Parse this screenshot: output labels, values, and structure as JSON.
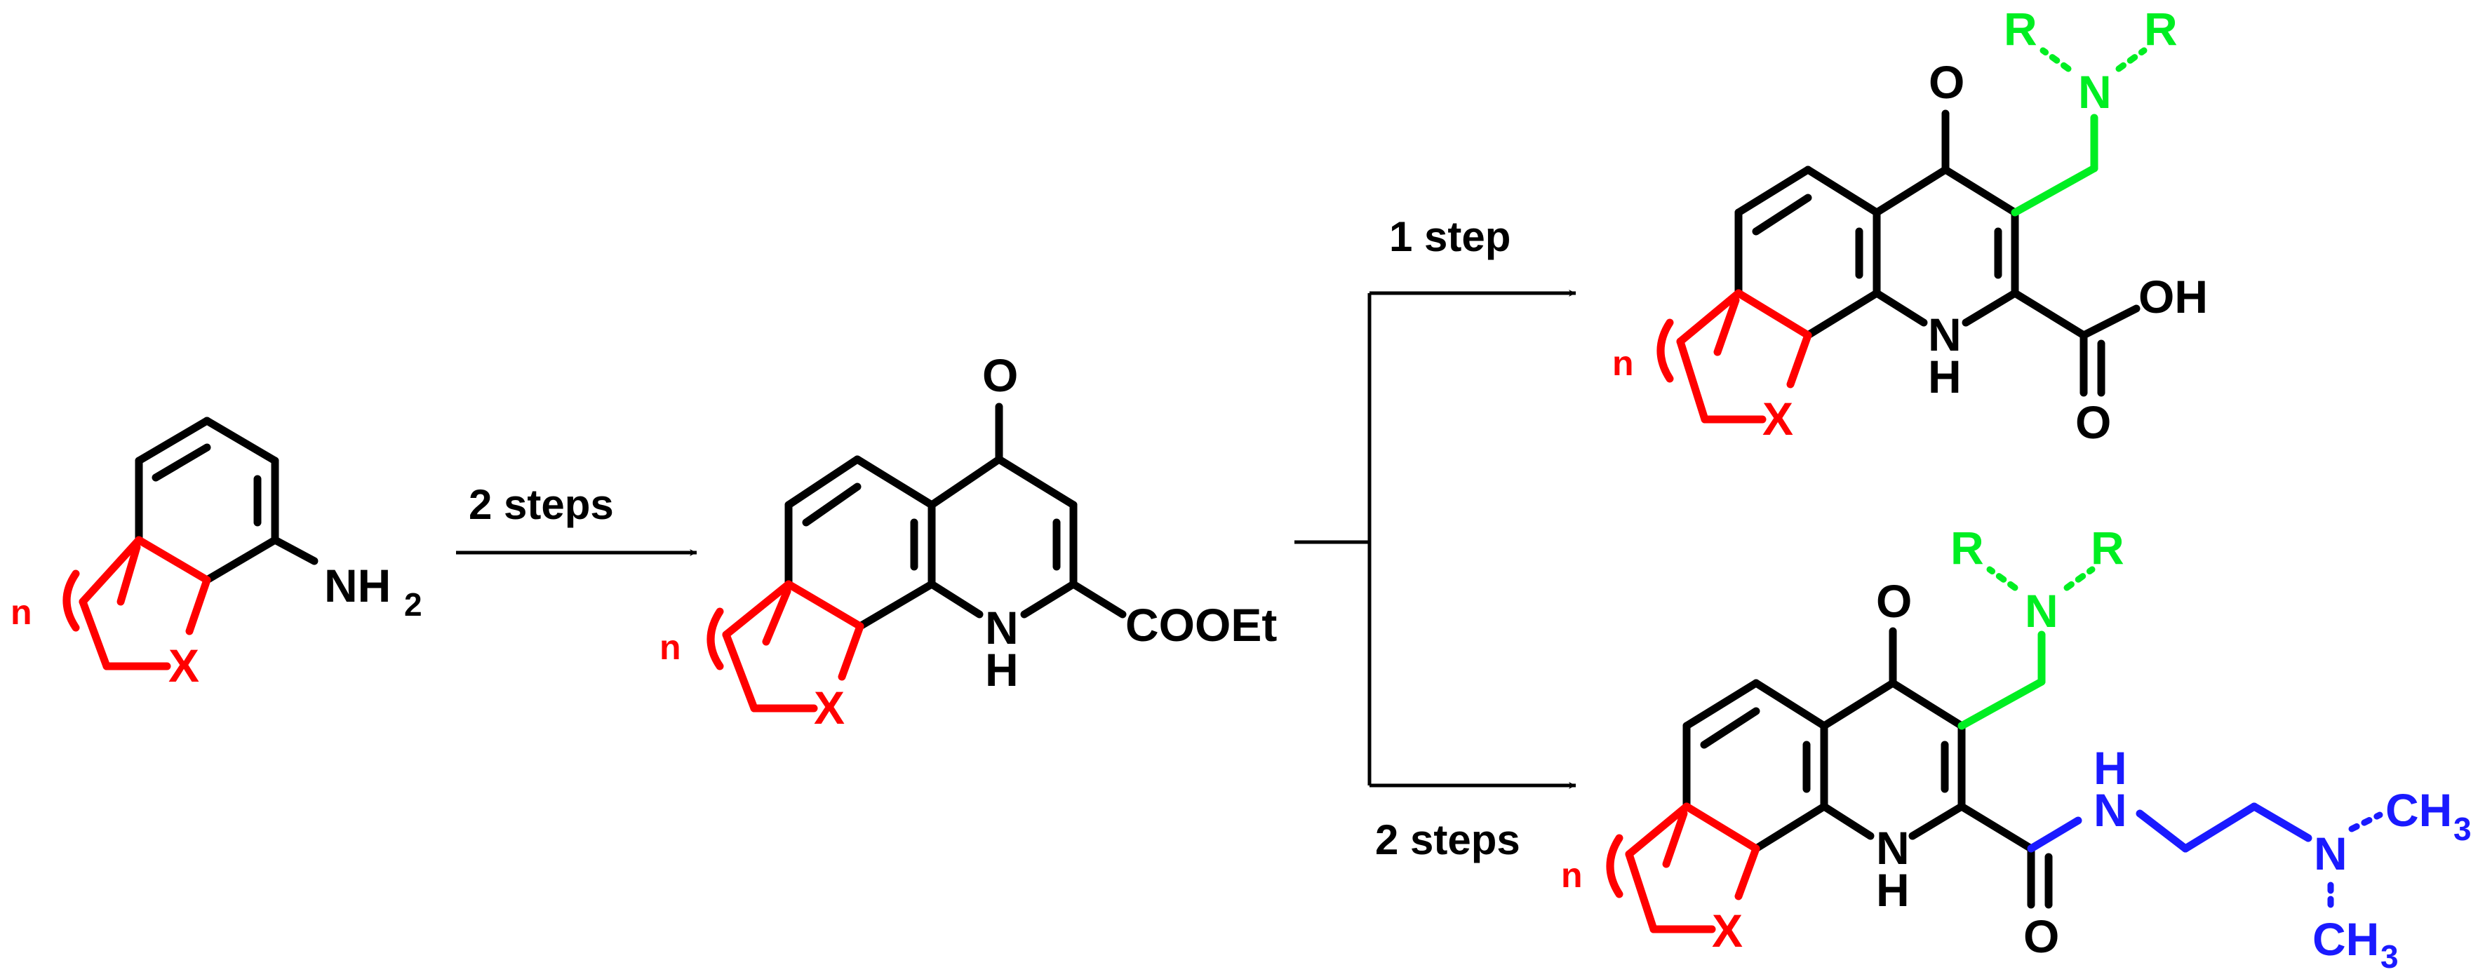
{
  "colors": {
    "bond": "#000000",
    "ring_fragment": "#ff0000",
    "amine_substituent": "#00ee22",
    "side_chain": "#1a1aff"
  },
  "reagents": {
    "step1": "2 steps",
    "step_top": "1 step",
    "step_bottom": "2 steps"
  },
  "starting_material": {
    "nh2": "NH",
    "nh2_sub": "2",
    "x": "X",
    "n": "n"
  },
  "intermediate": {
    "o": "O",
    "nh_n": "N",
    "nh_h": "H",
    "ester": "COOEt",
    "x": "X",
    "n": "n"
  },
  "product_acid": {
    "o": "O",
    "oh": "OH",
    "o_carbonyl": "O",
    "nh_n": "N",
    "nh_h": "H",
    "x": "X",
    "n": "n",
    "r_left": "R",
    "r_right": "R",
    "amine_n": "N"
  },
  "product_amide": {
    "o": "O",
    "o_carbonyl": "O",
    "nh_n": "N",
    "nh_h": "H",
    "x": "X",
    "n": "n",
    "r_left": "R",
    "r_right": "R",
    "amine_n": "N",
    "amide_h": "H",
    "amide_n": "N",
    "dma_n": "N",
    "ch3_top": "CH",
    "ch3_top_sub": "3",
    "ch3_bottom": "CH",
    "ch3_bottom_sub": "3"
  }
}
